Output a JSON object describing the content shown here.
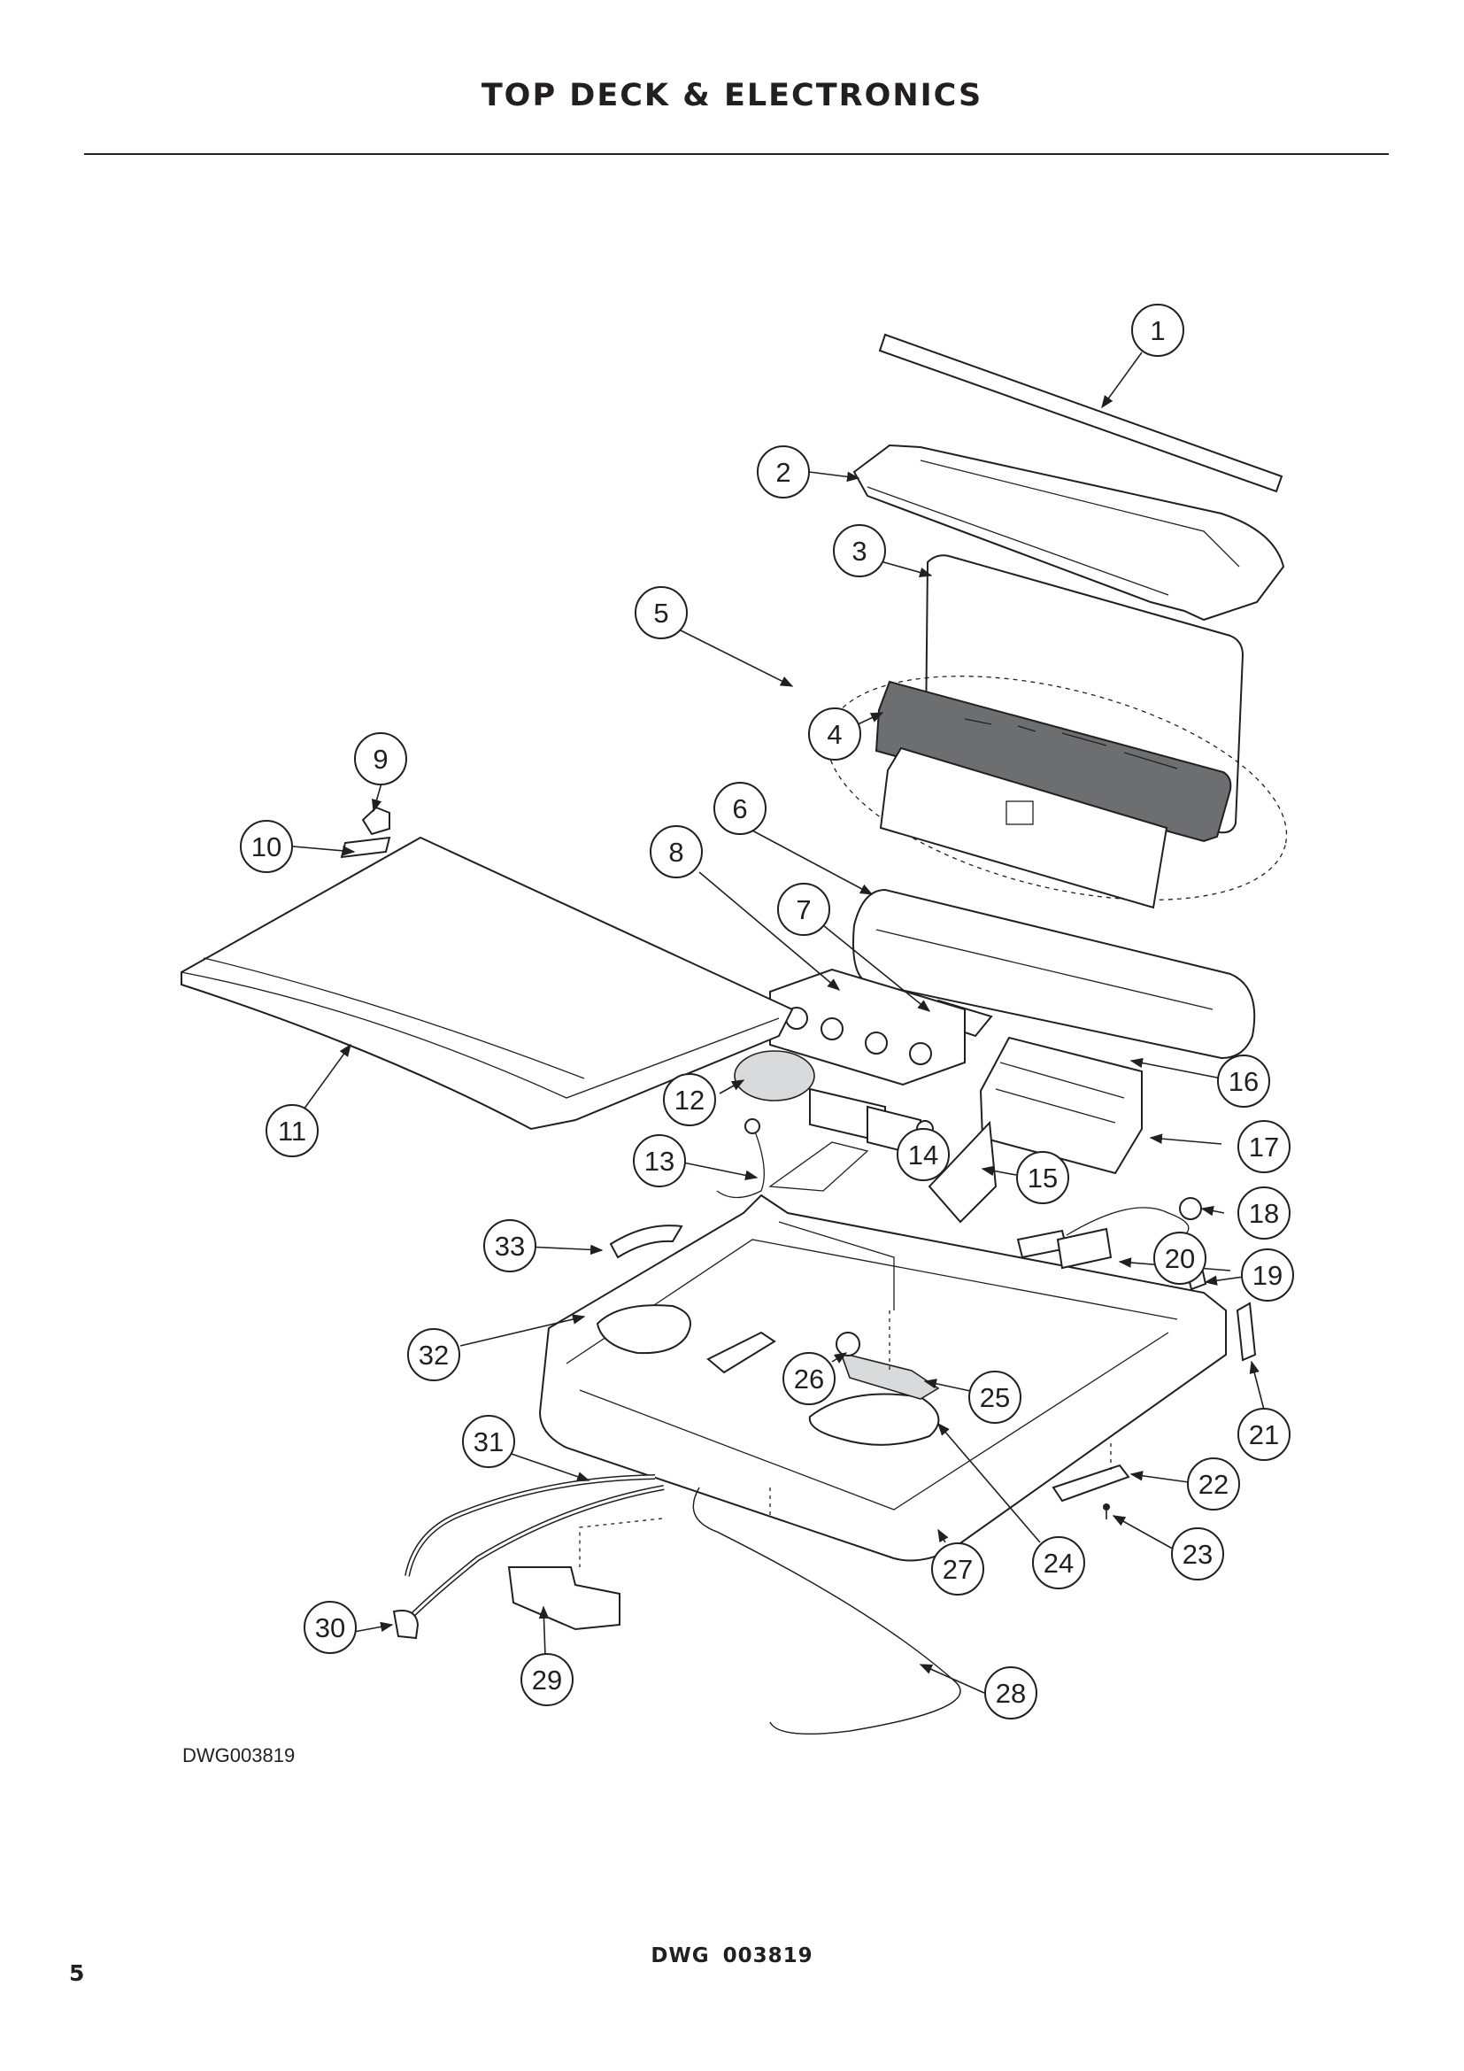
{
  "header": {
    "title": "TOP DECK & ELECTRONICS"
  },
  "diagram": {
    "drawing_code": "DWG003819",
    "callouts": [
      "1",
      "2",
      "3",
      "4",
      "5",
      "6",
      "7",
      "8",
      "9",
      "10",
      "11",
      "12",
      "13",
      "14",
      "15",
      "16",
      "17",
      "18",
      "19",
      "20",
      "21",
      "22",
      "23",
      "24",
      "25",
      "26",
      "27",
      "28",
      "29",
      "30",
      "31",
      "32",
      "33"
    ]
  },
  "footer": {
    "code": "DWG 003819",
    "page_number": "5"
  },
  "colors": {
    "ink": "#231f20",
    "panel": "#6d6e70"
  }
}
